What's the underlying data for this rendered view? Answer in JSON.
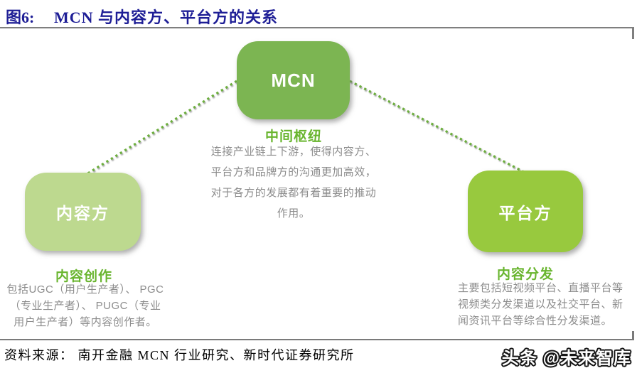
{
  "figure": {
    "label": "图6:",
    "title": "MCN 与内容方、平台方的关系"
  },
  "nodes": {
    "mcn": {
      "label": "MCN",
      "subtitle": "中间枢纽",
      "description": "连接产业链上下游，使得内容方、平台方和品牌方的沟通更加高效，对于各方的发展都有着重要的推动作用。",
      "color": "#7cb552"
    },
    "content": {
      "label": "内容方",
      "subtitle": "内容创作",
      "description": "包括UGC（用户生产者）、 PGC（专业生产者）、 PUGC（专业用户生产者）等内容创作者。",
      "color": "#bdd98f"
    },
    "platform": {
      "label": "平台方",
      "subtitle": "内容分发",
      "description": "主要包括短视频平台、直播平台等视频类分发渠道以及社交平台、新闻资讯平台等综合性分发渠道。",
      "color": "#98c93e"
    }
  },
  "connector_color": "#6cae3c",
  "colors": {
    "title_navy": "#1e1e96",
    "rule_gray": "#7f7f7f",
    "subtitle_green": "#69b52f",
    "body_gray": "#8c8c8c"
  },
  "footer": {
    "source": "资料来源： 南开金融 MCN 行业研究、新时代证券研究所",
    "watermark": "头条 @未来智库"
  }
}
